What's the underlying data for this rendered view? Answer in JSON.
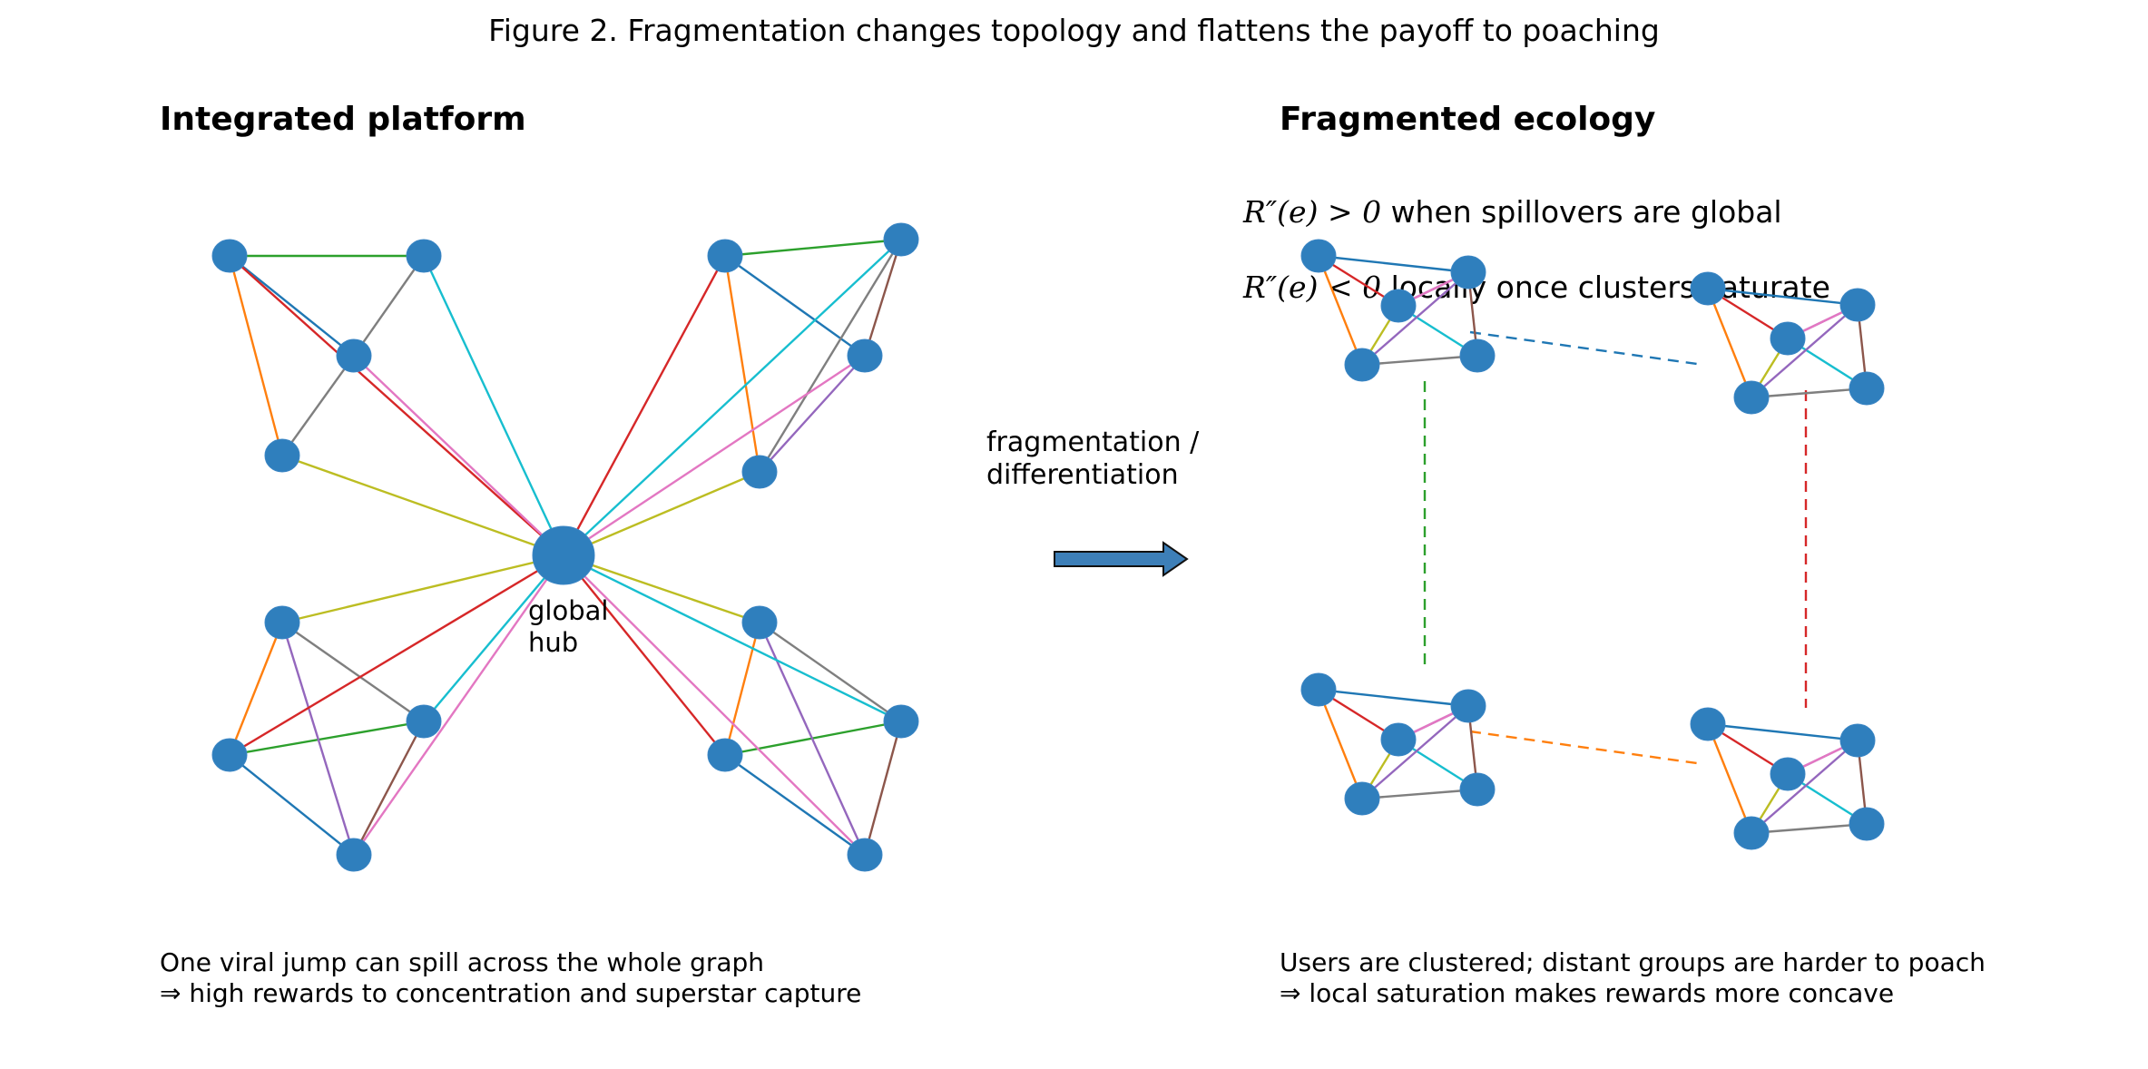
{
  "figure_title": "Figure 2. Fragmentation changes topology and flattens the payoff to poaching",
  "left_panel": {
    "heading": "Integrated platform",
    "hub_label": "global\nhub",
    "caption_line1": "One viral jump can spill across the whole graph",
    "caption_line2": "⇒ high rewards to concentration and superstar capture"
  },
  "right_panel": {
    "heading": "Fragmented ecology",
    "equation_1": {
      "math": "R″(e) > 0",
      "text": " when spillovers are global"
    },
    "equation_2": {
      "math": "R″(e) < 0",
      "text": " locally once clusters saturate"
    },
    "caption_line1": "Users are clustered; distant groups are harder to poach",
    "caption_line2": "⇒ local saturation makes rewards more concave"
  },
  "transition": {
    "label": "fragmentation /\ndifferentiation",
    "arrow_icon": "right-arrow-icon"
  },
  "colors": {
    "node": "#2f7fbd",
    "node_edge": "#3a85c4",
    "arrow_fill": "#3d7fb8",
    "edge_palette": [
      "#1f77b4",
      "#ff7f0e",
      "#2ca02c",
      "#d62728",
      "#9467bd",
      "#8c564b",
      "#e377c2",
      "#7f7f7f",
      "#bcbd22",
      "#17becf"
    ]
  }
}
